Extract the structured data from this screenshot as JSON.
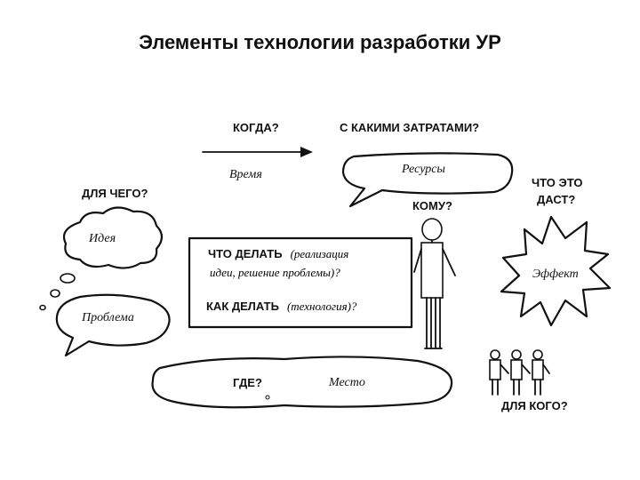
{
  "title": "Элементы технологии разработки УР",
  "labels": {
    "kogda": "КОГДА?",
    "vremya": "Время",
    "s_kakimi_zatratami": "С КАКИМИ ЗАТРАТАМИ?",
    "resursy": "Ресурсы",
    "dlya_chego": "ДЛЯ ЧЕГО?",
    "ideya": "Идея",
    "problema": "Проблема",
    "komu": "КОМУ?",
    "chto_eto_dast_1": "ЧТО ЭТО",
    "chto_eto_dast_2": "ДАСТ?",
    "effekt": "Эффект",
    "center_line1_bold": "ЧТО ДЕЛАТЬ",
    "center_line1_it": "(реализация",
    "center_line2_it": "идеи, решение проблемы)?",
    "center_line3_bold": "КАК ДЕЛАТЬ",
    "center_line3_it": "(технология)?",
    "gde": "ГДЕ?",
    "mesto": "Место",
    "dlya_kogo": "ДЛЯ КОГО?"
  }
}
